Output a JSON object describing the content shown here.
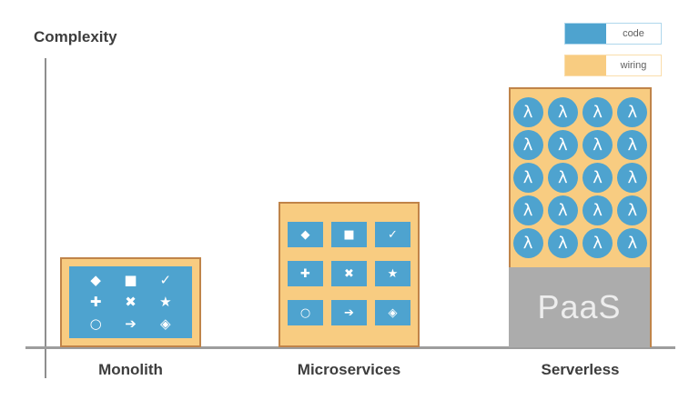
{
  "axis": {
    "y_title": "Complexity"
  },
  "legend": {
    "items": [
      {
        "label": "code",
        "color": "#4EA3CF",
        "border_color": "#AFD7EC"
      },
      {
        "label": "wiring",
        "color": "#F8CC81",
        "border_color": "#FADDAB"
      }
    ]
  },
  "colors": {
    "blue": "#4EA3CF",
    "orange": "#F8CC81",
    "orange-border": "#C08449",
    "paas-gray": "#ACACAC",
    "paas-text": "#EDEDED",
    "axis-gray": "#8E8E8E",
    "baseline-gray": "#9D9D9D",
    "text-dark": "#3D3D3D",
    "legend-text": "#5F5F5F"
  },
  "bars": {
    "monolith": {
      "label": "Monolith",
      "code_icons": [
        "◆",
        "■",
        "✓",
        "✚",
        "✖",
        "★",
        "○",
        "➔",
        "◈"
      ]
    },
    "microservices": {
      "label": "Microservices",
      "code_icons": [
        "◆",
        "■",
        "✓",
        "✚",
        "✖",
        "★",
        "○",
        "➔",
        "◈"
      ]
    },
    "serverless": {
      "label": "Serverless",
      "lambda_symbol": "λ",
      "lambda_rows": 5,
      "lambda_cols": 4,
      "paas_label": "PaaS"
    }
  },
  "chart_data": {
    "type": "bar",
    "title": "",
    "xlabel": "",
    "ylabel": "Complexity",
    "categories": [
      "Monolith",
      "Microservices",
      "Serverless"
    ],
    "series": [
      {
        "name": "relative_bar_height",
        "values": [
          1.0,
          1.6,
          2.9
        ]
      },
      {
        "name": "code_units_shown",
        "values": [
          1,
          9,
          20
        ]
      }
    ],
    "legend_entries": [
      "code",
      "wiring"
    ],
    "legend_position": "top-right",
    "grid": false,
    "axis_numeric": false,
    "annotations": [
      "Monolith: one large blue code block (9 glyphs) framed by thin orange wiring",
      "Microservices: 9 separate blue code tiles embedded in orange wiring",
      "Serverless: 20 blue λ function circles in orange wiring stacked on a gray PaaS layer"
    ]
  }
}
